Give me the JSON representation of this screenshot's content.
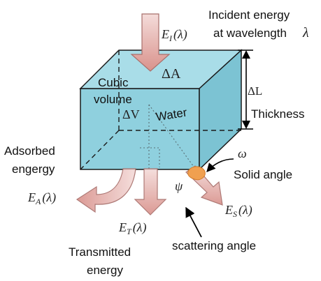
{
  "labels": {
    "incident_line1": "Incident energy",
    "incident_line2": "at wavelength",
    "incident_lambda": "λ",
    "cubic_line1": "Cubic",
    "cubic_line2": "volume",
    "water": "Water",
    "thickness": "Thickness",
    "adsorbed_line1": "Adsorbed",
    "adsorbed_line2": "engergy",
    "solid_angle": "Solid angle",
    "scattering_angle": "scattering angle",
    "transmitted_line1": "Transmitted",
    "transmitted_line2": "energy"
  },
  "symbols": {
    "E_I": "E",
    "E_I_sub": "I",
    "E_A": "E",
    "E_A_sub": "A",
    "E_T": "E",
    "E_T_sub": "T",
    "E_S": "E",
    "E_S_sub": "S",
    "lambda_arg": "(λ)",
    "delta_A": "ΔA",
    "delta_L": "ΔL",
    "delta_V": "ΔV",
    "omega": "ω",
    "psi": "ψ"
  },
  "colors": {
    "cube_front": "#8fd0de",
    "cube_top": "#a9dde8",
    "cube_side": "#7cc3d3",
    "arrow_fill": "#e2b0ac",
    "arrow_stroke": "#a86f6b",
    "solid_angle": "#f0a050"
  }
}
